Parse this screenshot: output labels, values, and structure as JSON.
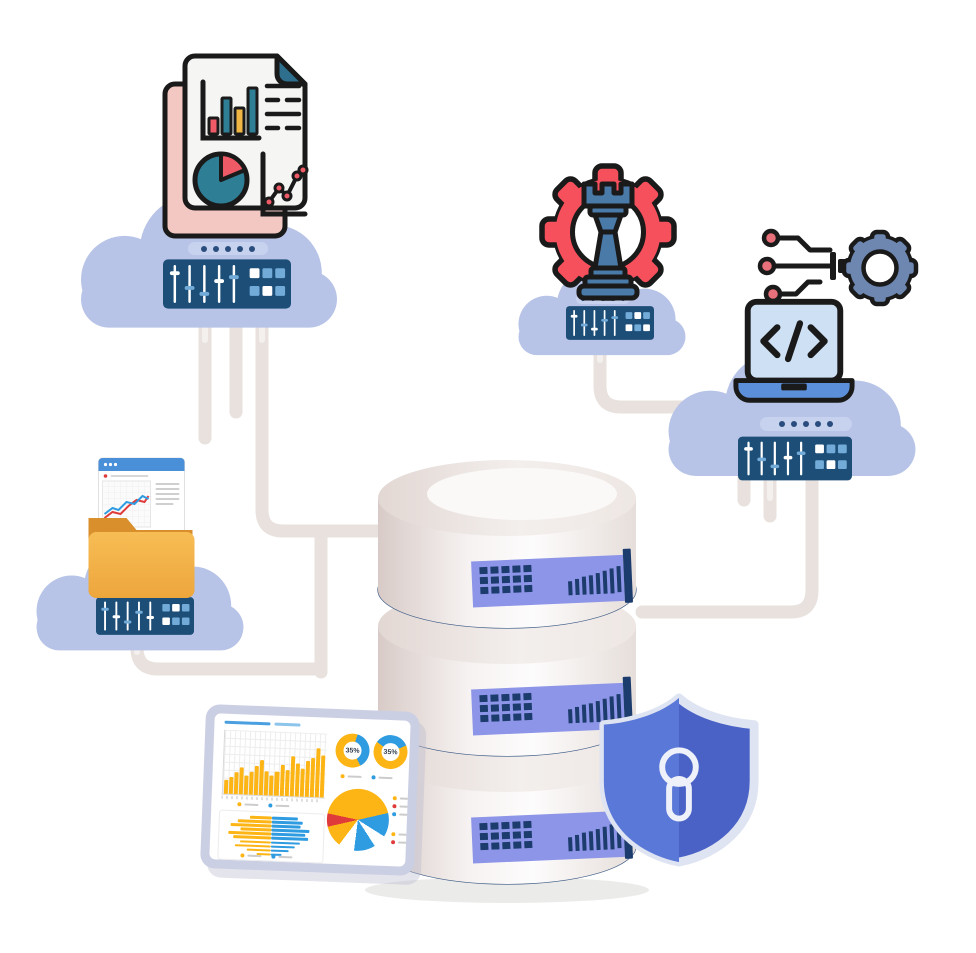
{
  "colors": {
    "cloud": "#b8c4e7",
    "strip": "#c7d2ee",
    "dot": "#2a4d7d",
    "navy": "#1d4e78",
    "panel_blue": "#72abd8",
    "white": "#ffffff",
    "cable": "#e8e1dd",
    "ink": "#1a1a1a",
    "red": "#ee5a66",
    "teal": "#2e7e96",
    "yellow_doc": "#f0b542",
    "pink": "#f3c8c2",
    "page": "#f5f5f3",
    "fold": "#2e6f8e",
    "browser_blue": "#4a90d9",
    "folder": "#eda63c",
    "folder_dark": "#d98f2b",
    "folder_light": "#f7bd55",
    "steel": "#4a7aa8",
    "gear_red": "#f5505c",
    "gear_steel": "#6d87b1",
    "node_red": "#e8707a",
    "laptop_screen": "#cde0f4",
    "laptop_base": "#5c8fd9",
    "db_shade": "#d8cbc7",
    "db_mid": "#f6f2f1",
    "db_light": "#fdfcfc",
    "db_panel": "#8d95e8",
    "db_ink": "#1d3c6e",
    "db_edge": "#3c5a85",
    "db_top_a": "#e2d7d3",
    "db_top_b": "#f3efed",
    "shadow": "#ebebea",
    "shield_l": "#5a78d8",
    "shield_r": "#4a62c6",
    "shield_border": "#dfe4f2",
    "keyhole": "#eef1f9",
    "tablet_frame": "#cbcfe3",
    "chart_yellow": "#fdb515",
    "chart_blue": "#2f9be0",
    "chart_red": "#e03b3b",
    "legend_gray": "#cccccc",
    "grid_line": "#ededed"
  },
  "icons": {
    "report_cloud": "report-document-icon",
    "folder_cloud": "folder-document-icon",
    "strategy_cloud": "chess-rook-gear-icon",
    "code_cloud": "code-laptop-icon",
    "circuit": "circuit-gear-icon",
    "center": "database-cylinder",
    "security": "shield-keyhole-icon",
    "analytics": "dashboard-tablet"
  },
  "dashboard": {
    "bar_chart": {
      "color_key": "chart_yellow",
      "values": [
        22,
        26,
        34,
        42,
        30,
        36,
        46,
        54,
        38,
        31,
        37,
        49,
        41,
        63,
        51,
        43,
        56,
        61,
        76,
        66
      ],
      "legend": [
        "chart_yellow",
        "chart_blue"
      ]
    },
    "donuts": [
      {
        "value": "35%",
        "highlight_color": "chart_blue",
        "base_color": "chart_yellow",
        "highlight_from": 15,
        "highlight_deg": 135
      },
      {
        "value": "35%",
        "highlight_color": "chart_blue",
        "base_color": "chart_yellow",
        "highlight_from": -55,
        "highlight_deg": 120
      }
    ],
    "donut_legend": [
      "chart_yellow",
      "chart_blue"
    ],
    "tornado": {
      "left_color": "chart_yellow",
      "right_color": "chart_blue",
      "rows": [
        [
          45,
          55
        ],
        [
          70,
          65
        ],
        [
          85,
          60
        ],
        [
          65,
          80
        ],
        [
          90,
          70
        ],
        [
          80,
          78
        ],
        [
          65,
          60
        ],
        [
          75,
          50
        ],
        [
          50,
          38
        ],
        [
          30,
          22
        ]
      ],
      "legend": [
        "chart_yellow",
        "chart_blue"
      ]
    },
    "pie": {
      "from": 300,
      "slices": [
        [
          "chart_yellow",
          135
        ],
        [
          "chart_blue",
          45
        ],
        [
          "white",
          25
        ],
        [
          "chart_blue",
          40
        ],
        [
          "white",
          30
        ],
        [
          "chart_yellow",
          40
        ],
        [
          "chart_red",
          25
        ],
        [
          "chart_yellow",
          20
        ]
      ],
      "legend_groups": [
        [
          "chart_yellow",
          "chart_red",
          "chart_blue"
        ],
        [
          "chart_yellow",
          "chart_red"
        ]
      ]
    }
  }
}
